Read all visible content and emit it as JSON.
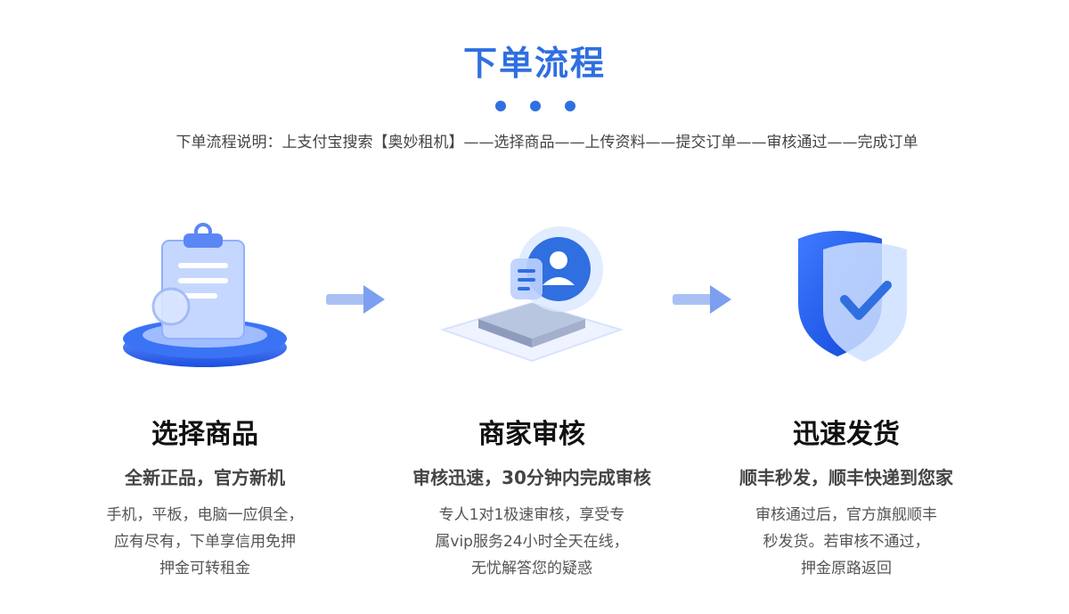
{
  "page": {
    "title": "下单流程",
    "description": "下单流程说明：上支付宝搜索【奥妙租机】——选择商品——上传资料——提交订单——审核通过——完成订单"
  },
  "steps": [
    {
      "icon": "clipboard-icon",
      "heading": "选择商品",
      "subheading": "全新正品，官方新机",
      "body_lines": [
        "手机，平板，电脑一应俱全，",
        "应有尽有，下单享信用免押",
        "押金可转租金"
      ]
    },
    {
      "icon": "user-profile-icon",
      "heading": "商家审核",
      "subheading": "审核迅速，30分钟内完成审核",
      "body_lines": [
        "专人1对1极速审核，享受专",
        "属vip服务24小时全天在线，",
        "无忧解答您的疑惑"
      ]
    },
    {
      "icon": "shield-check-icon",
      "heading": "迅速发货",
      "subheading": "顺丰秒发，顺丰快递到您家",
      "body_lines": [
        "审核通过后，官方旗舰顺丰",
        "秒发货。若审核不通过，",
        "押金原路返回"
      ]
    }
  ],
  "colors": {
    "accent": "#2f6fe0",
    "icon_blue": "#1f5fe8",
    "arrow": "#7c9ff0"
  }
}
